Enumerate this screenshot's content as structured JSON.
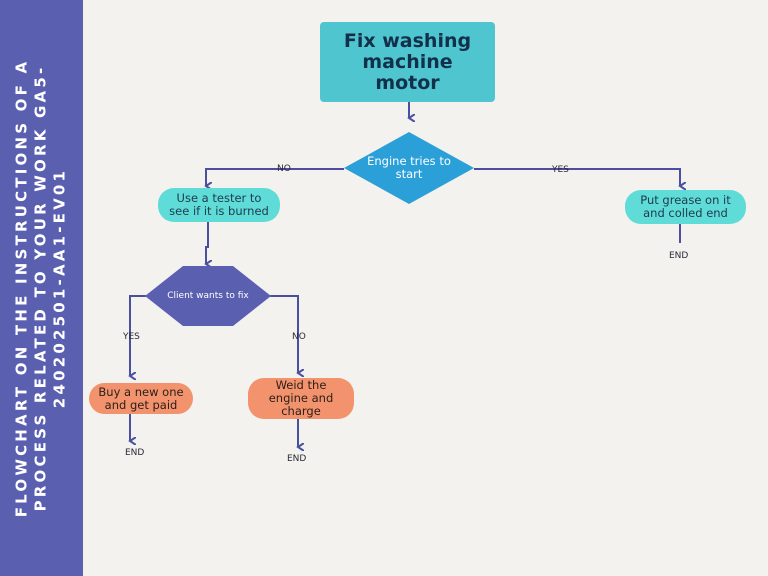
{
  "sidebar": {
    "title": "FLOWCHART ON THE INSTRUCTIONS OF A PROCESS RELATED TO YOUR WORK GA5-240202501-AA1-EV01"
  },
  "nodes": {
    "start": "Fix washing machine motor",
    "decision_engine": "Engine tries to start",
    "tester": "Use a tester to see if it is burned",
    "grease": "Put grease on it and colled end",
    "decision_client": "Client wants to fix",
    "buy": "Buy a new one and get paid",
    "weld": "Weid the engine and charge"
  },
  "edge_labels": {
    "engine_no": "NO",
    "engine_yes": "YES",
    "client_yes": "YES",
    "client_no": "NO"
  },
  "end_labels": {
    "grease_end": "END",
    "buy_end": "END",
    "weld_end": "END"
  },
  "colors": {
    "sidebar": "#5b5fb0",
    "title_box": "#4ec5cf",
    "decision_engine": "#2b9fd8",
    "decision_client": "#5b5fb0",
    "pill_cyan": "#5fdcd8",
    "pill_salmon": "#f2936d",
    "connector": "#4a4fa0"
  }
}
